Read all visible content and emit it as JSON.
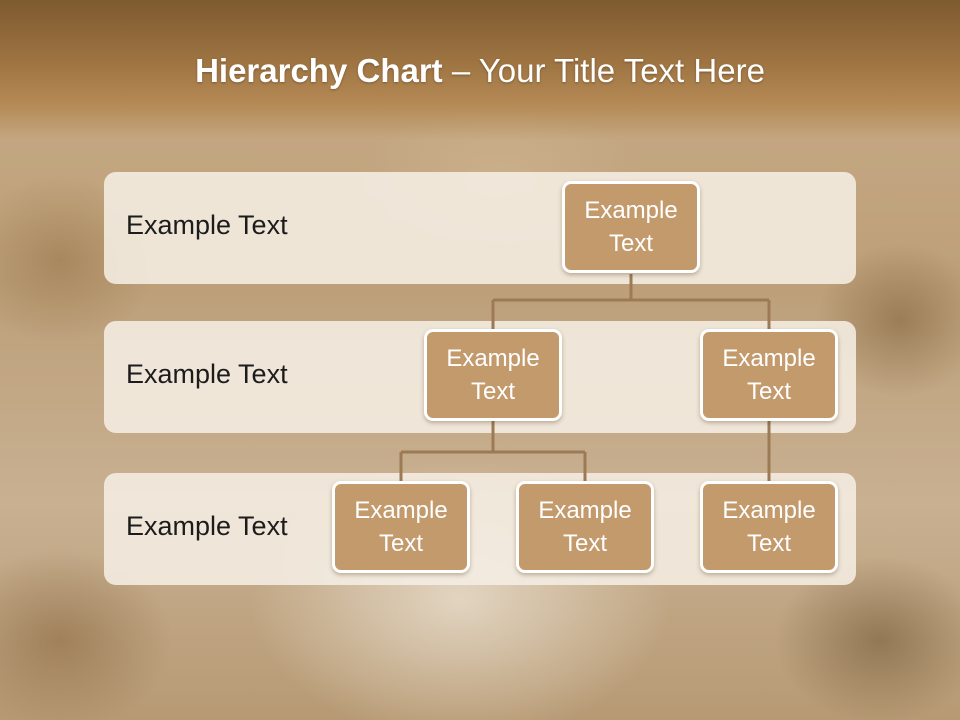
{
  "slide": {
    "title_bold": "Hierarchy Chart",
    "title_dash": " – ",
    "title_rest": "Your Title Text Here"
  },
  "levels": [
    {
      "label": "Example Text"
    },
    {
      "label": "Example Text"
    },
    {
      "label": "Example Text"
    }
  ],
  "nodes": {
    "root": "Example Text",
    "level2_left": "Example Text",
    "level2_right": "Example Text",
    "level3_left": "Example Text",
    "level3_middle": "Example Text",
    "level3_right": "Example Text"
  },
  "colors": {
    "node_fill": "#c39a6b",
    "connector": "#9b7a55",
    "band": "#f5eee4"
  }
}
